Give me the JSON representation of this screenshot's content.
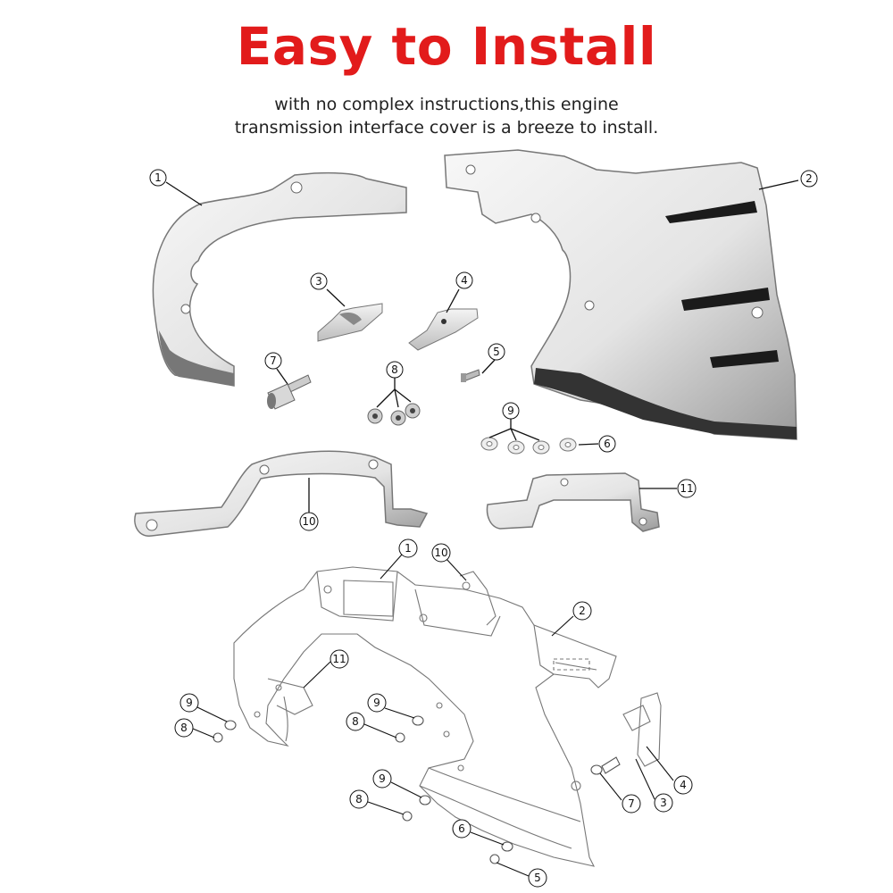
{
  "heading": "Easy to Install",
  "description": {
    "line1": "with no complex instructions,this engine",
    "line2": "transmission interface cover is a breeze to install."
  },
  "part_callouts": {
    "p1": "1",
    "p2": "2",
    "p3": "3",
    "p4": "4",
    "p5": "5",
    "p6": "6",
    "p7": "7",
    "p8": "8",
    "p9": "9",
    "p10": "10",
    "p11": "11"
  },
  "diagram_callouts": {
    "d1": "1",
    "d10": "10",
    "d2": "2",
    "d11": "11",
    "d9a": "9",
    "d8a": "8",
    "d9b": "9",
    "d8b": "8",
    "d9c": "9",
    "d8c": "8",
    "d6": "6",
    "d5": "5",
    "d7": "7",
    "d3": "3",
    "d4": "4"
  },
  "colors": {
    "heading": "#e21b1b",
    "metal_light": "#eeeeee",
    "metal_dark": "#8a8a8a",
    "line": "#111111"
  }
}
